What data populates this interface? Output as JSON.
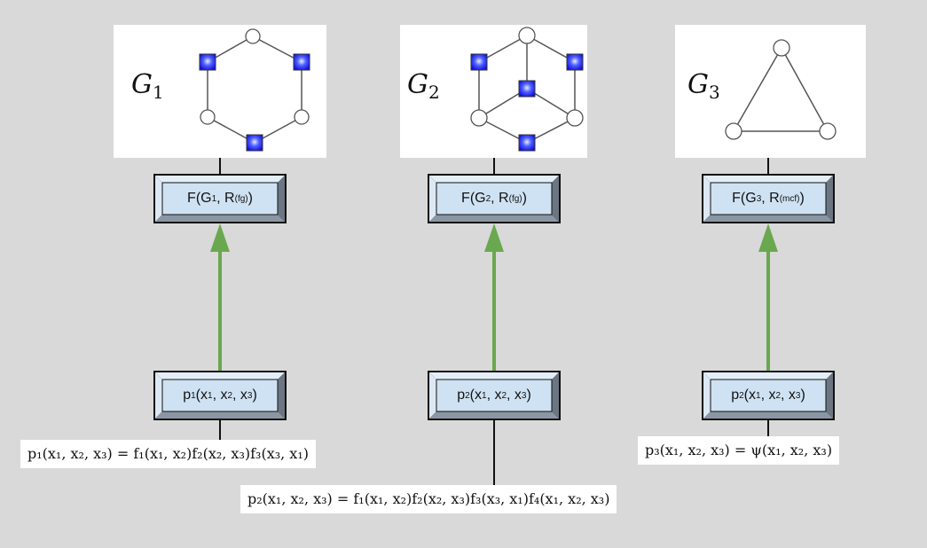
{
  "colors": {
    "background": "#d9d9d9",
    "box_fill": "#cfe2f3",
    "arrow": "#6aa84f",
    "square_node": "#1a1aff",
    "edge": "#555555"
  },
  "columns": [
    {
      "graph": {
        "name": "G",
        "subscript": "1",
        "shape": "hexagon",
        "nodes": [
          "circle",
          "square",
          "square",
          "circle",
          "circle",
          "square"
        ]
      },
      "top_box": {
        "main": "F(G",
        "sub": "1",
        "mid": ", R",
        "sup": "(fg)",
        "end": ")"
      },
      "bottom_box": {
        "main": "p",
        "sub0": "1",
        "args": [
          "x",
          "1",
          ", x",
          "2",
          ", x",
          "3"
        ]
      },
      "formula": "p₁(x₁, x₂, x₃) = f₁(x₁, x₂)f₂(x₂, x₃)f₃(x₃, x₁)"
    },
    {
      "graph": {
        "name": "G",
        "subscript": "2",
        "shape": "cube-like",
        "nodes": [
          "circle",
          "square",
          "square",
          "square",
          "circle",
          "circle",
          "square"
        ]
      },
      "top_box": {
        "main": "F(G",
        "sub": "2",
        "mid": ", R",
        "sup": "(fg)",
        "end": ")"
      },
      "bottom_box": {
        "main": "p",
        "sub0": "2",
        "args": [
          "x",
          "1",
          ", x",
          "2",
          ", x",
          "3"
        ]
      },
      "formula": "p₂(x₁, x₂, x₃) = f₁(x₁, x₂)f₂(x₂, x₃)f₃(x₃, x₁)f₄(x₁, x₂, x₃)"
    },
    {
      "graph": {
        "name": "G",
        "subscript": "3",
        "shape": "triangle",
        "nodes": [
          "circle",
          "circle",
          "circle"
        ]
      },
      "top_box": {
        "main": "F(G",
        "sub": "3",
        "mid": ", R",
        "sup": "(mcf)",
        "end": ")"
      },
      "bottom_box": {
        "main": "p",
        "sub0": "2",
        "args": [
          "x",
          "1",
          ", x",
          "2",
          ", x",
          "3"
        ]
      },
      "formula": "p₃(x₁, x₂, x₃) = ψ(x₁, x₂, x₃)"
    }
  ]
}
